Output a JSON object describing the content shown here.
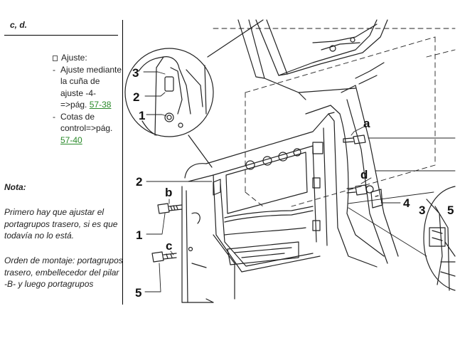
{
  "sidebar": {
    "heading": "c, d.",
    "ajuste_title": "Ajuste:",
    "items": [
      {
        "bullet": "-",
        "text": "Ajuste mediante la cuña de ajuste -4- =>pág.",
        "link": "57-38"
      },
      {
        "bullet": "-",
        "text": "Cotas de control=>pág.",
        "link": "57-40"
      }
    ],
    "nota_title": "Nota:",
    "nota_text": "Primero hay que ajustar el portagrupos trasero, si es que todavía no lo está.",
    "order_text": "Orden de montaje: portagrupos trasero, embellecedor del pilar -B- y luego portagrupos"
  },
  "figure": {
    "labels": {
      "inset1_3": "3",
      "inset1_2": "2",
      "inset1_1": "1",
      "a": "a",
      "d": "d",
      "four": "4",
      "main_2": "2",
      "b": "b",
      "main_1": "1",
      "c": "c",
      "five": "5",
      "inset2_3": "3",
      "inset2_5": "5"
    }
  }
}
